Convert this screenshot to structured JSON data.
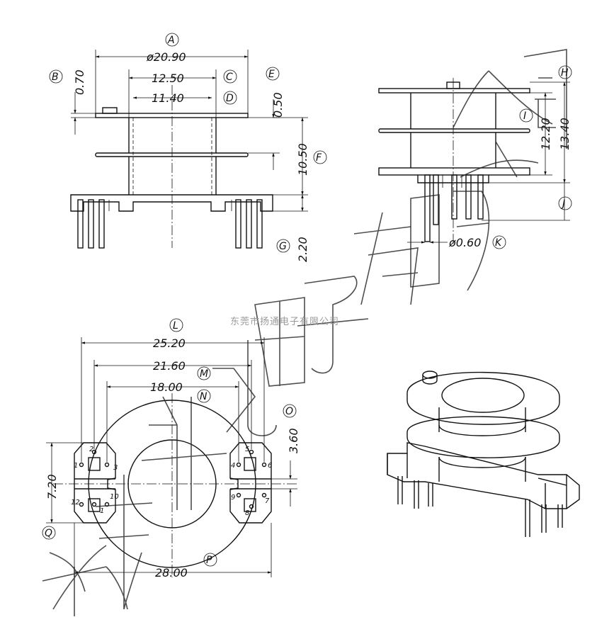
{
  "front_view": {
    "dims": {
      "A": "ø20.90",
      "B": "0.70",
      "C": "12.50",
      "D": "11.40",
      "E": "0.50",
      "F": "10.50",
      "G": "2.20"
    },
    "letters": {
      "A": "A",
      "B": "B",
      "C": "C",
      "D": "D",
      "E": "E",
      "F": "F",
      "G": "G"
    }
  },
  "side_view": {
    "dims": {
      "I": "12.20",
      "H": "13.40",
      "K": "ø0.60"
    },
    "letters": {
      "H": "H",
      "I": "I",
      "J": "J",
      "K": "K"
    }
  },
  "bottom_view": {
    "dims": {
      "L": "25.20",
      "M": "21.60",
      "N": "18.00",
      "O": "3.60",
      "Q": "7.20",
      "P": "28.00"
    },
    "letters": {
      "L": "L",
      "M": "M",
      "N": "N",
      "O": "O",
      "P": "P",
      "Q": "Q"
    },
    "pins": {
      "p1": "1",
      "p2": "2",
      "p3": "3",
      "p4": "4",
      "p5": "5",
      "p6": "6",
      "p7": "7",
      "p8": "8",
      "p9": "9",
      "p10": "10",
      "p11": "1",
      "p12": "12"
    }
  },
  "watermark": {
    "text": "东莞市扬通电子有限公司"
  }
}
